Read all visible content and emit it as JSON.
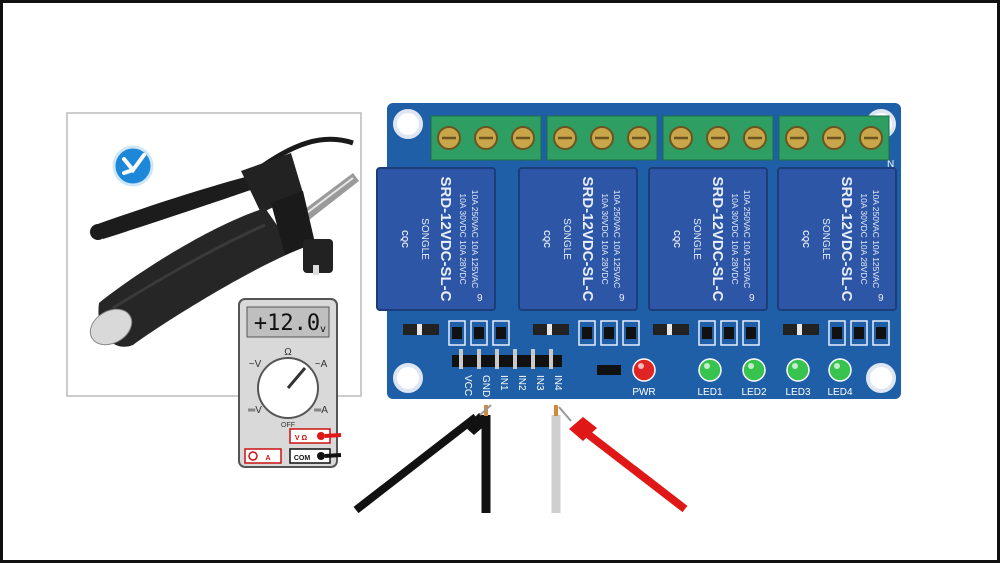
{
  "colors": {
    "frame": "#111111",
    "pcb_blue": "#1f5fa8",
    "pcb_blue_dark": "#174a85",
    "terminal_green": "#2e9e63",
    "relay_blue": "#2d57a6",
    "relay_text": "#e8eefc",
    "led_red": "#e02424",
    "led_green": "#37c34d",
    "probe_red": "#e01717",
    "probe_black": "#111111",
    "wire_gray": "#cfcfcf",
    "wire_tip": "#d08a3a",
    "meter_body": "#d9d9d9",
    "meter_lcd": "#bfbfbf"
  },
  "multimeter": {
    "reading": "+12.0",
    "unit": "v",
    "dial": {
      "omega": "Ω",
      "tilde_v": "~V",
      "tilde_a": "~A",
      "dc_v": "═V",
      "dc_a": "═A",
      "off": "OFF"
    },
    "jack_v_ohm": "V Ω",
    "jack_com": "COM",
    "jack_a": "A"
  },
  "relay_board": {
    "relays": [
      {
        "brand": "CQC",
        "rating_1": "10A 250VAC 10A 125VAC",
        "rating_2": "10A 30VDC 10A 28VDC",
        "model": "SRD-12VDC-SL-C",
        "maker": "SONGLE",
        "pin": "9"
      },
      {
        "brand": "CQC",
        "rating_1": "10A 250VAC 10A 125VAC",
        "rating_2": "10A 30VDC 10A 28VDC",
        "model": "SRD-12VDC-SL-C",
        "maker": "SONGLE",
        "pin": "9"
      },
      {
        "brand": "CQC",
        "rating_1": "10A 250VAC 10A 125VAC",
        "rating_2": "10A 30VDC 10A 28VDC",
        "model": "SRD-12VDC-SL-C",
        "maker": "SONGLE",
        "pin": "9"
      },
      {
        "brand": "CQC",
        "rating_1": "10A 250VAC 10A 125VAC",
        "rating_2": "10A 30VDC 10A 28VDC",
        "model": "SRD-12VDC-SL-C",
        "maker": "SONGLE",
        "pin": "9"
      }
    ],
    "header_pins": [
      "VCC",
      "GND",
      "IN1",
      "IN2",
      "IN3",
      "IN4"
    ],
    "leds": [
      "PWR",
      "LED1",
      "LED2",
      "LED3",
      "LED4"
    ],
    "edge_label": "N"
  }
}
